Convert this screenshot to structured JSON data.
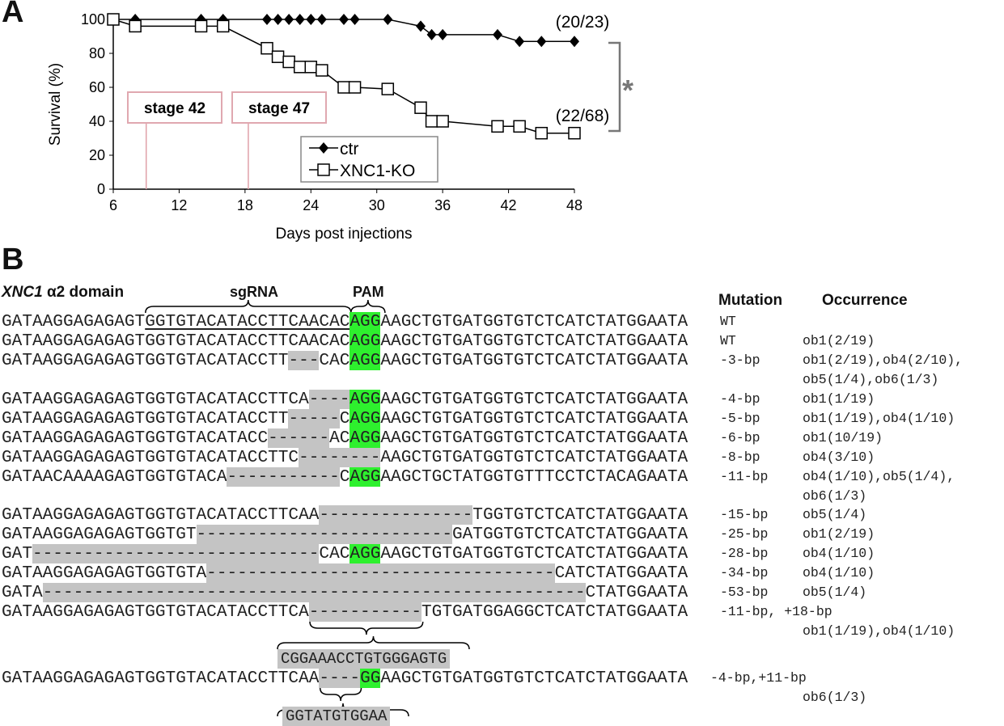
{
  "panel_a": {
    "label": "A"
  },
  "panel_b": {
    "label": "B"
  },
  "chart_data": {
    "type": "line",
    "xlabel": "Days post injections",
    "ylabel": "Survival (%)",
    "xlim": [
      6,
      48
    ],
    "ylim": [
      0,
      100
    ],
    "xticks": [
      6,
      12,
      18,
      24,
      30,
      36,
      42,
      48
    ],
    "yticks": [
      0,
      20,
      40,
      60,
      80,
      100
    ],
    "series": [
      {
        "name": "ctr",
        "marker": "filled-diamond",
        "end_label": "(20/23)",
        "x": [
          6,
          8,
          14,
          16,
          20,
          21,
          22,
          23,
          24,
          25,
          27,
          28,
          31,
          34,
          35,
          36,
          41,
          43,
          45,
          48
        ],
        "y": [
          100,
          100,
          100,
          100,
          100,
          100,
          100,
          100,
          100,
          100,
          100,
          100,
          100,
          96,
          91,
          91,
          91,
          87,
          87,
          87
        ]
      },
      {
        "name": "XNC1-KO",
        "marker": "open-square",
        "end_label": "(22/68)",
        "x": [
          6,
          8,
          14,
          16,
          20,
          21,
          22,
          23,
          24,
          25,
          27,
          28,
          31,
          34,
          35,
          36,
          41,
          43,
          45,
          48
        ],
        "y": [
          100,
          96,
          96,
          96,
          83,
          78,
          75,
          72,
          72,
          70,
          60,
          60,
          59,
          48,
          40,
          40,
          37,
          37,
          33,
          33
        ]
      }
    ],
    "annotations": [
      {
        "text": "stage 42",
        "x": 9
      },
      {
        "text": "stage 47",
        "x": 18.3
      }
    ],
    "significance": "*",
    "legend": "bottom-center"
  },
  "alignment": {
    "title_gene": "XNC1",
    "title_rest": " α2 domain",
    "sgrna_label": "sgRNA",
    "pam_label": "PAM",
    "mutation_header": "Mutation",
    "occurrence_header": "Occurrence",
    "rows": [
      {
        "segs": [
          [
            "GATAAGGAGAGAGT",
            ""
          ],
          [
            "GGTGTACATACCTTCAACAC",
            "ul"
          ],
          [
            "AGG",
            "green"
          ],
          [
            "AAGCTGTGATGGTGTCTCATCTATGGAATA",
            ""
          ]
        ],
        "mutation": "WT",
        "occurrence": []
      },
      {
        "segs": [
          [
            "GATAAGGAGAGAGTGGTGTACATACCTTCAACAC",
            ""
          ],
          [
            "AGG",
            "green"
          ],
          [
            "AAGCTGTGATGGTGTCTCATCTATGGAATA",
            ""
          ]
        ],
        "mutation": "WT",
        "occurrence": [
          "ob1(2/19)"
        ]
      },
      {
        "segs": [
          [
            "GATAAGGAGAGAGTGGTGTACATACCTT",
            ""
          ],
          [
            "---",
            "gray"
          ],
          [
            "CAC",
            ""
          ],
          [
            "AGG",
            "green"
          ],
          [
            "AAGCTGTGATGGTGTCTCATCTATGGAATA",
            ""
          ]
        ],
        "mutation": "-3-bp",
        "occurrence": [
          "ob1(2/19),ob4(2/10),",
          "ob5(1/4),ob6(1/3)"
        ]
      },
      {
        "segs": [
          [
            "GATAAGGAGAGAGTGGTGTACATACCTTCA",
            ""
          ],
          [
            "----",
            "gray"
          ],
          [
            "AGG",
            "green"
          ],
          [
            "AAGCTGTGATGGTGTCTCATCTATGGAATA",
            ""
          ]
        ],
        "mutation": "-4-bp",
        "occurrence": [
          "ob1(1/19)"
        ]
      },
      {
        "segs": [
          [
            "GATAAGGAGAGAGTGGTGTACATACCTT",
            ""
          ],
          [
            "-----",
            "gray"
          ],
          [
            "C",
            ""
          ],
          [
            "AGG",
            "green"
          ],
          [
            "AAGCTGTGATGGTGTCTCATCTATGGAATA",
            ""
          ]
        ],
        "mutation": "-5-bp",
        "occurrence": [
          "ob1(1/19),ob4(1/10)"
        ]
      },
      {
        "segs": [
          [
            "GATAAGGAGAGAGTGGTGTACATACC",
            ""
          ],
          [
            "------",
            "gray"
          ],
          [
            "AC",
            ""
          ],
          [
            "AGG",
            "green"
          ],
          [
            "AAGCTGTGATGGTGTCTCATCTATGGAATA",
            ""
          ]
        ],
        "mutation": "-6-bp",
        "occurrence": [
          "ob1(10/19)"
        ]
      },
      {
        "segs": [
          [
            "GATAAGGAGAGAGTGGTGTACATACCTTC",
            ""
          ],
          [
            "--------",
            "gray"
          ],
          [
            "AAGCTGTGATGGTGTCTCATCTATGGAATA",
            ""
          ]
        ],
        "mutation": "-8-bp",
        "occurrence": [
          "ob4(3/10)"
        ]
      },
      {
        "segs": [
          [
            "GATAACAAAAGAGTGGTGTACA",
            ""
          ],
          [
            "-----------",
            "gray"
          ],
          [
            "C",
            ""
          ],
          [
            "AGG",
            "green"
          ],
          [
            "AAGCTGCTATGGTGTTTCCTCTACAGAATA",
            ""
          ]
        ],
        "mutation": "-11-bp",
        "occurrence": [
          "ob4(1/10),ob5(1/4),",
          "ob6(1/3)"
        ]
      },
      {
        "segs": [
          [
            "GATAAGGAGAGAGTGGTGTACATACCTTCAA",
            ""
          ],
          [
            "---------------",
            "gray"
          ],
          [
            "TGGTGTCTCATCTATGGAATA",
            ""
          ]
        ],
        "mutation": "-15-bp",
        "occurrence": [
          "ob5(1/4)"
        ]
      },
      {
        "segs": [
          [
            "GATAAGGAGAGAGTGGTGT",
            ""
          ],
          [
            "-------------------------",
            "gray"
          ],
          [
            "GATGGTGTCTCATCTATGGAATA",
            ""
          ]
        ],
        "mutation": "-25-bp",
        "occurrence": [
          "ob1(2/19)"
        ]
      },
      {
        "segs": [
          [
            "GAT",
            ""
          ],
          [
            "----------------------------",
            "gray"
          ],
          [
            "CAC",
            ""
          ],
          [
            "AGG",
            "green"
          ],
          [
            "AAGCTGTGATGGTGTCTCATCTATGGAATA",
            ""
          ]
        ],
        "mutation": "-28-bp",
        "occurrence": [
          "ob4(1/10)"
        ]
      },
      {
        "segs": [
          [
            "GATAAGGAGAGAGTGGTGTA",
            ""
          ],
          [
            "----------------------------------",
            "gray"
          ],
          [
            "CATCTATGGAATA",
            ""
          ]
        ],
        "mutation": "-34-bp",
        "occurrence": [
          "ob4(1/10)"
        ]
      },
      {
        "segs": [
          [
            "GATA",
            ""
          ],
          [
            "-----------------------------------------------------",
            "gray"
          ],
          [
            "CTATGGAATA",
            ""
          ]
        ],
        "mutation": "-53-bp",
        "occurrence": [
          "ob5(1/4)"
        ]
      },
      {
        "segs": [
          [
            "GATAAGGAGAGAGTGGTGTACATACCTTCA",
            ""
          ],
          [
            "-----------",
            "gray"
          ],
          [
            "TGTGATGGAGGCTCATCTATGGAATA",
            ""
          ]
        ],
        "mutation": "-11-bp, +18-bp",
        "occurrence": [
          "",
          "ob1(1/19),ob4(1/10)"
        ],
        "insertion": "CGGAAACCTGTGGGAGTG"
      },
      {
        "segs": [
          [
            "GATAAGGAGAGAGTGGTGTACATACCTTCAA",
            ""
          ],
          [
            "----",
            "gray"
          ],
          [
            "GG",
            "green"
          ],
          [
            "AAGCTGTGATGGTGTCTCATCTATGGAATA",
            ""
          ]
        ],
        "mutation": "-4-bp,+11-bp",
        "occurrence": [
          "",
          "ob6(1/3)"
        ],
        "insertion": "GGTATGTGGAA"
      }
    ]
  }
}
